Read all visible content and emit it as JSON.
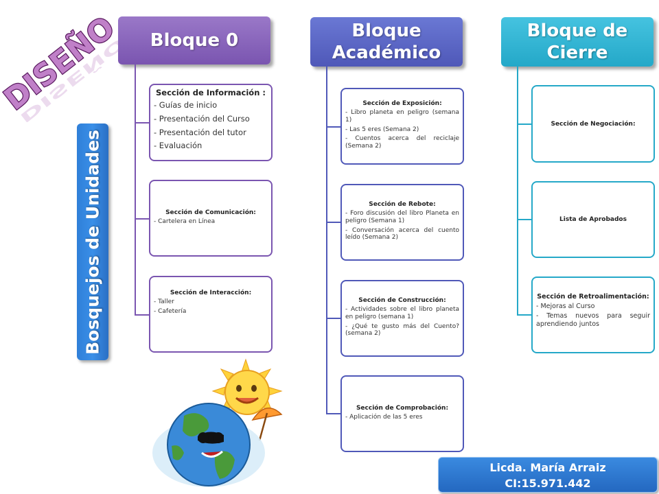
{
  "logo": {
    "text": "DISEÑO"
  },
  "vertical_label": "Bosquejos de Unidades",
  "blocks": [
    {
      "title": "Bloque 0",
      "sections": [
        {
          "title": "Sección de Información :",
          "items": [
            "- Guías de inicio",
            "- Presentación del Curso",
            "- Presentación del tutor",
            "- Evaluación"
          ]
        },
        {
          "title": "Sección de Comunicación:",
          "items": [
            "- Cartelera en Línea"
          ]
        },
        {
          "title": "Sección de Interacción:",
          "items": [
            "- Taller",
            "- Cafetería"
          ]
        }
      ]
    },
    {
      "title": "Bloque Académico",
      "sections": [
        {
          "title": "Sección de Exposición:",
          "items": [
            "- Libro planeta en peligro (semana 1)",
            "- Las 5 eres (Semana 2)",
            "- Cuentos acerca del reciclaje (Semana 2)"
          ]
        },
        {
          "title": "Sección de Rebote:",
          "items": [
            "- Foro discusión del libro Planeta en peligro (Semana 1)",
            "- Conversación acerca del cuento leído (Semana 2)"
          ]
        },
        {
          "title": "Sección de Construcción:",
          "items": [
            "- Actividades sobre el libro planeta en peligro (semana 1)",
            "- ¿Qué te gusto más del Cuento? (semana 2)"
          ]
        },
        {
          "title": "Sección de Comprobación:",
          "items": [
            "- Aplicación de las 5 eres"
          ]
        }
      ]
    },
    {
      "title": "Bloque de Cierre",
      "sections": [
        {
          "title": "Sección de Negociación:",
          "items": []
        },
        {
          "title": "Lista de Aprobados",
          "items": []
        },
        {
          "title": "Sección de Retroalimentación:",
          "items": [
            "- Mejoras al Curso",
            "- Temas nuevos para seguir aprendiendo juntos"
          ]
        }
      ]
    }
  ],
  "footer": {
    "line1": "Licda. María Arraiz",
    "line2": "CI:15.971.442"
  },
  "colors": {
    "bloque0": "#7a55b0",
    "academico": "#4f58b8",
    "cierre": "#24a8c8",
    "label_blue": "#2f7fd8"
  }
}
